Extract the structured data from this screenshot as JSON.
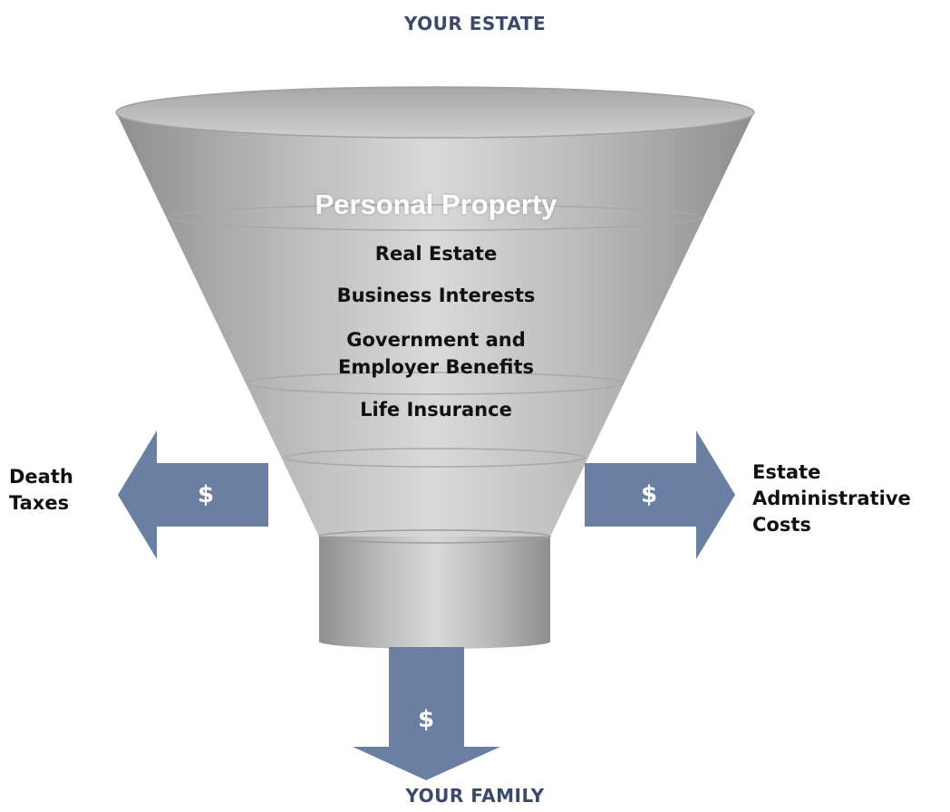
{
  "title_top": "YOUR ESTATE",
  "title_bottom": "YOUR FAMILY",
  "layers": {
    "personal_property": "Personal Property",
    "real_estate": "Real Estate",
    "business_interests": "Business Interests",
    "government_line1": "Government and",
    "government_line2": "Employer Benefits",
    "life_insurance": "Life Insurance"
  },
  "left_arrow": {
    "line1": "Death",
    "line2": "Taxes",
    "symbol": "$"
  },
  "right_arrow": {
    "line1": "Estate",
    "line2": "Administrative",
    "line3": "Costs",
    "symbol": "$"
  },
  "bottom_arrow": {
    "symbol": "$"
  },
  "colors": {
    "arrow": "#6b7fa3",
    "title": "#3b4a6b",
    "funnel_light": "#d9d9d9",
    "funnel_dark": "#8e8e8e"
  }
}
